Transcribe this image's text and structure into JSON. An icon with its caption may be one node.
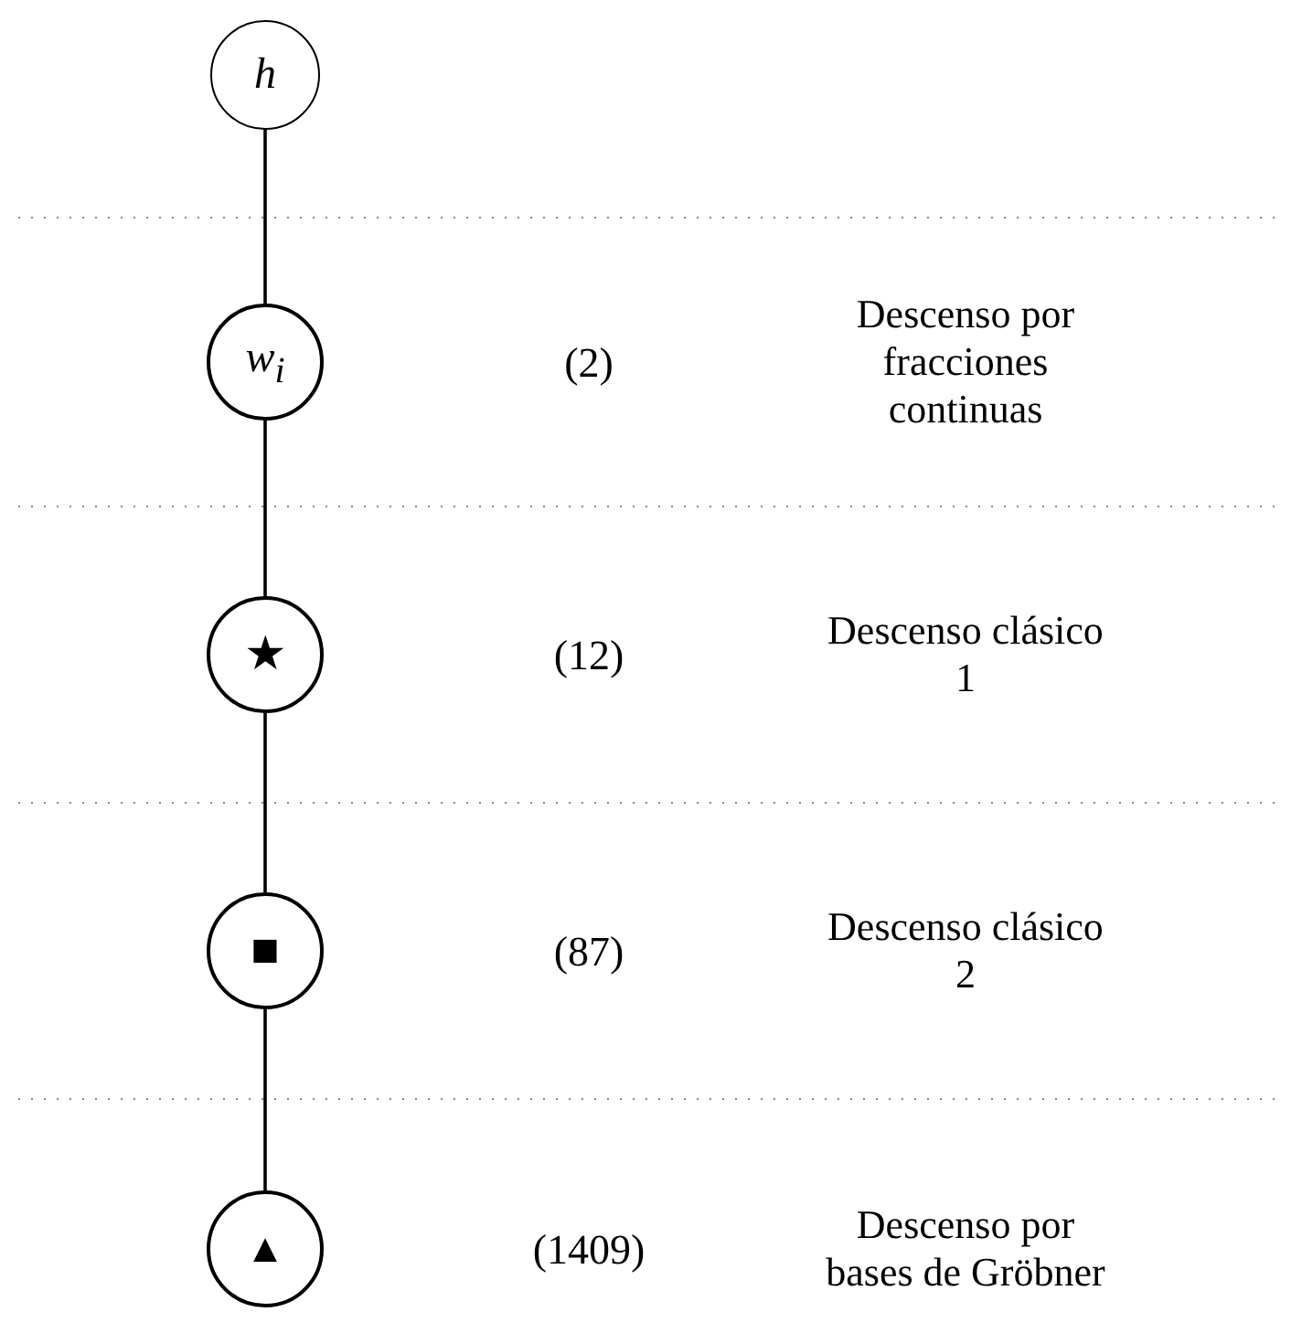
{
  "diagram": {
    "nodes": [
      {
        "text": [
          "h"
        ]
      },
      {
        "text": [
          "w$_{i}$"
        ]
      },
      {
        "text": [
          "★"
        ]
      },
      {
        "text": [
          "■"
        ]
      },
      {
        "text": [
          "▲"
        ]
      }
    ],
    "edges": [
      {
        "from": 0,
        "to": 1,
        "arrow": "none"
      },
      {
        "from": 1,
        "to": 2,
        "arrow": "none"
      },
      {
        "from": 2,
        "to": 3,
        "arrow": "none"
      },
      {
        "from": 3,
        "to": 4,
        "arrow": "none"
      }
    ],
    "labels": [
      "(2)",
      "Descenso por fracciones continuas",
      "(12)",
      "Descenso clásico 1",
      "(87)",
      "Descenso clásico 2",
      "(1409)",
      "Descenso por bases de Gröbner"
    ]
  }
}
